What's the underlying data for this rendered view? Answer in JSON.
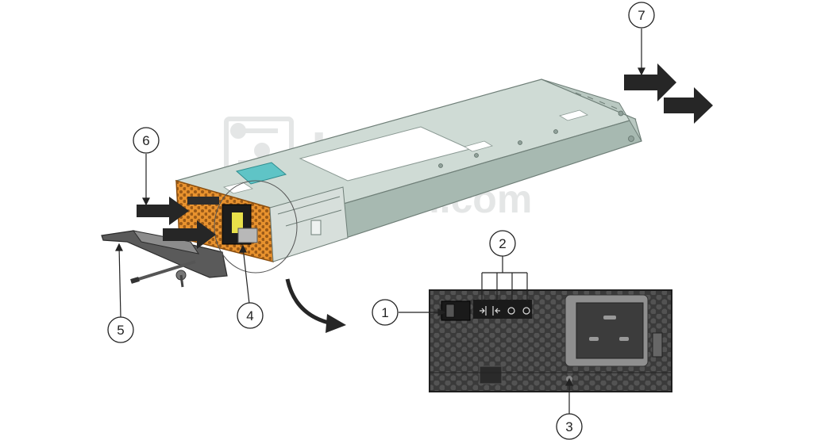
{
  "watermark": {
    "line1": "Layer23",
    "line2": "switch.com"
  },
  "callouts": [
    {
      "id": "1",
      "label": "1"
    },
    {
      "id": "2",
      "label": "2"
    },
    {
      "id": "3",
      "label": "3"
    },
    {
      "id": "4",
      "label": "4"
    },
    {
      "id": "5",
      "label": "5"
    },
    {
      "id": "6",
      "label": "6"
    },
    {
      "id": "7",
      "label": "7"
    }
  ],
  "colors": {
    "chassis_top": "#c9d6d0",
    "chassis_side": "#9fb2aa",
    "faceplate": "#e8922e",
    "inset_panel": "#3a3a3a",
    "arrow": "#262626",
    "label_teal": "#5fc4c6"
  },
  "icons": [
    "power-supply-module",
    "airflow-arrow-icon",
    "ac-inlet-icon",
    "led-status-icon",
    "ejector-latch-icon"
  ]
}
